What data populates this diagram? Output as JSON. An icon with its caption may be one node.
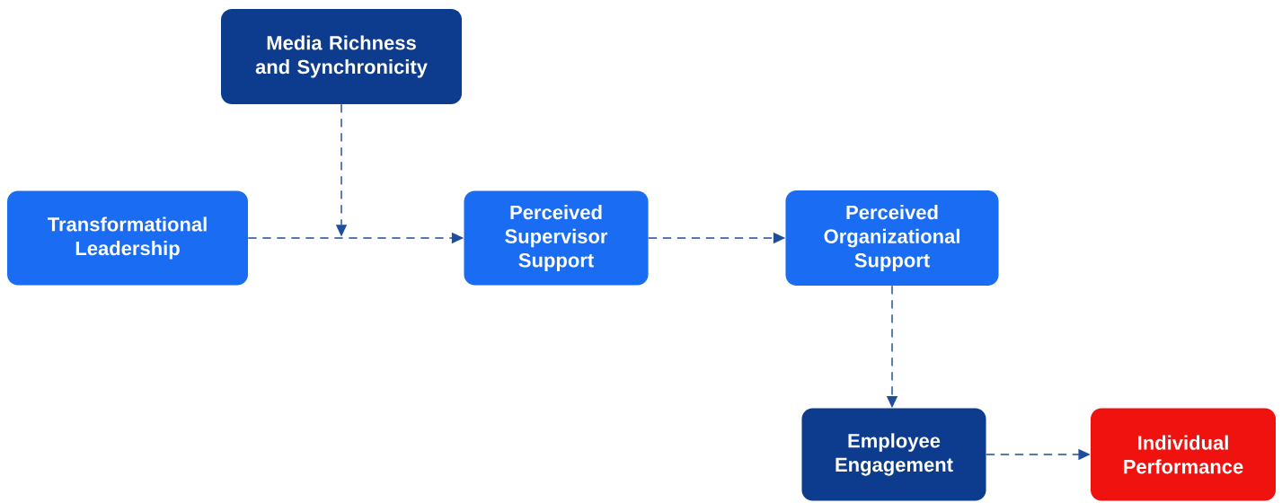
{
  "diagram": {
    "nodes": [
      {
        "text": [
          "Media Richness and Synchronicity"
        ]
      },
      {
        "text": [
          "Transformational Leadership"
        ]
      },
      {
        "text": [
          "Perceived Supervisor Support"
        ]
      },
      {
        "text": [
          "Perceived Organizational Support"
        ]
      },
      {
        "text": [
          "Employee Engagement"
        ]
      },
      {
        "text": [
          "Individual Performance"
        ]
      }
    ],
    "edges": [
      {
        "from": 1,
        "to": 2,
        "arrow": "to",
        "style": "dashed"
      },
      {
        "from": 0,
        "to": null,
        "arrow": "to",
        "style": "dashed"
      },
      {
        "from": 2,
        "to": 3,
        "arrow": "to",
        "style": "dashed"
      },
      {
        "from": 3,
        "to": 4,
        "arrow": "to",
        "style": "dashed"
      },
      {
        "from": 4,
        "to": 5,
        "arrow": "to",
        "style": "dashed"
      }
    ]
  }
}
